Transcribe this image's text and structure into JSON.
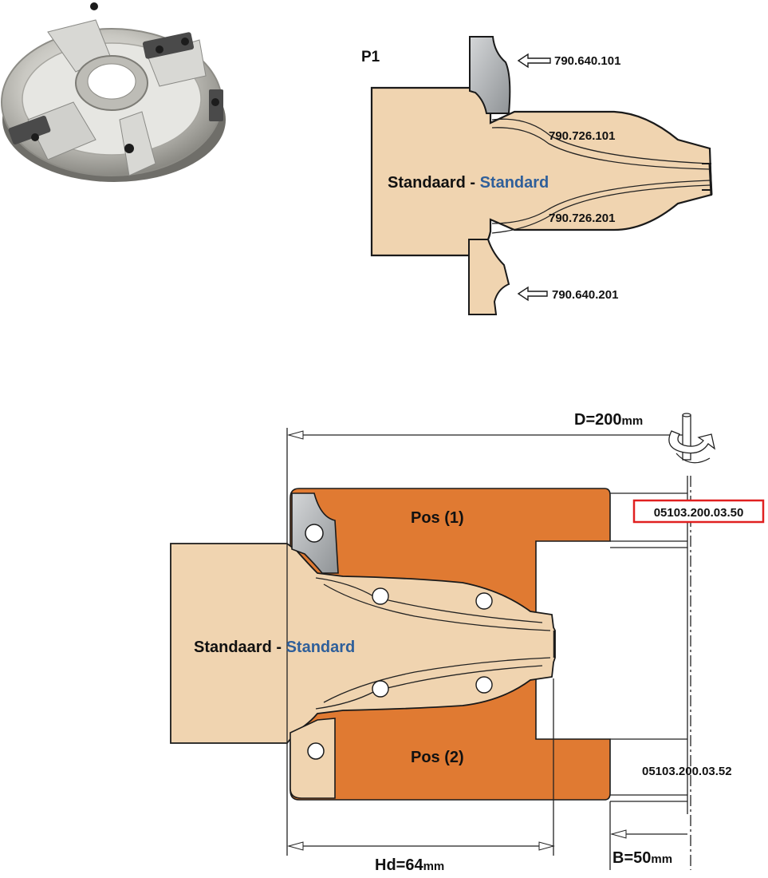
{
  "colors": {
    "profile_fill": "#f0d4b0",
    "cutter_body": "#e07a32",
    "steel": "#b9bcbf",
    "line": "#1a1a1a",
    "brand_blue": "#2f5f9a",
    "highlight_border": "#e02020"
  },
  "top_diagram": {
    "title": "P1",
    "label_main": "Standaard - ",
    "label_main_blue": "Standard",
    "callouts": {
      "knife_top": "790.640.101",
      "insert_top": "790.726.101",
      "insert_bottom": "790.726.201",
      "knife_bottom": "790.640.201"
    }
  },
  "bottom_diagram": {
    "label_main": "Standaard - ",
    "label_main_blue": "Standard",
    "pos1": "Pos (1)",
    "pos2": "Pos (2)",
    "code_pos1": "05103.200.03.50",
    "code_pos2": "05103.200.03.52",
    "dim_d_value": "D=200",
    "dim_d_unit": "mm",
    "dim_hd_value": "Hd=64",
    "dim_hd_unit": "mm",
    "dim_b_value": "B=50",
    "dim_b_unit": "mm"
  },
  "icons": {
    "photo": "cutter-head-photo",
    "rotation": "rotation-direction-icon"
  }
}
